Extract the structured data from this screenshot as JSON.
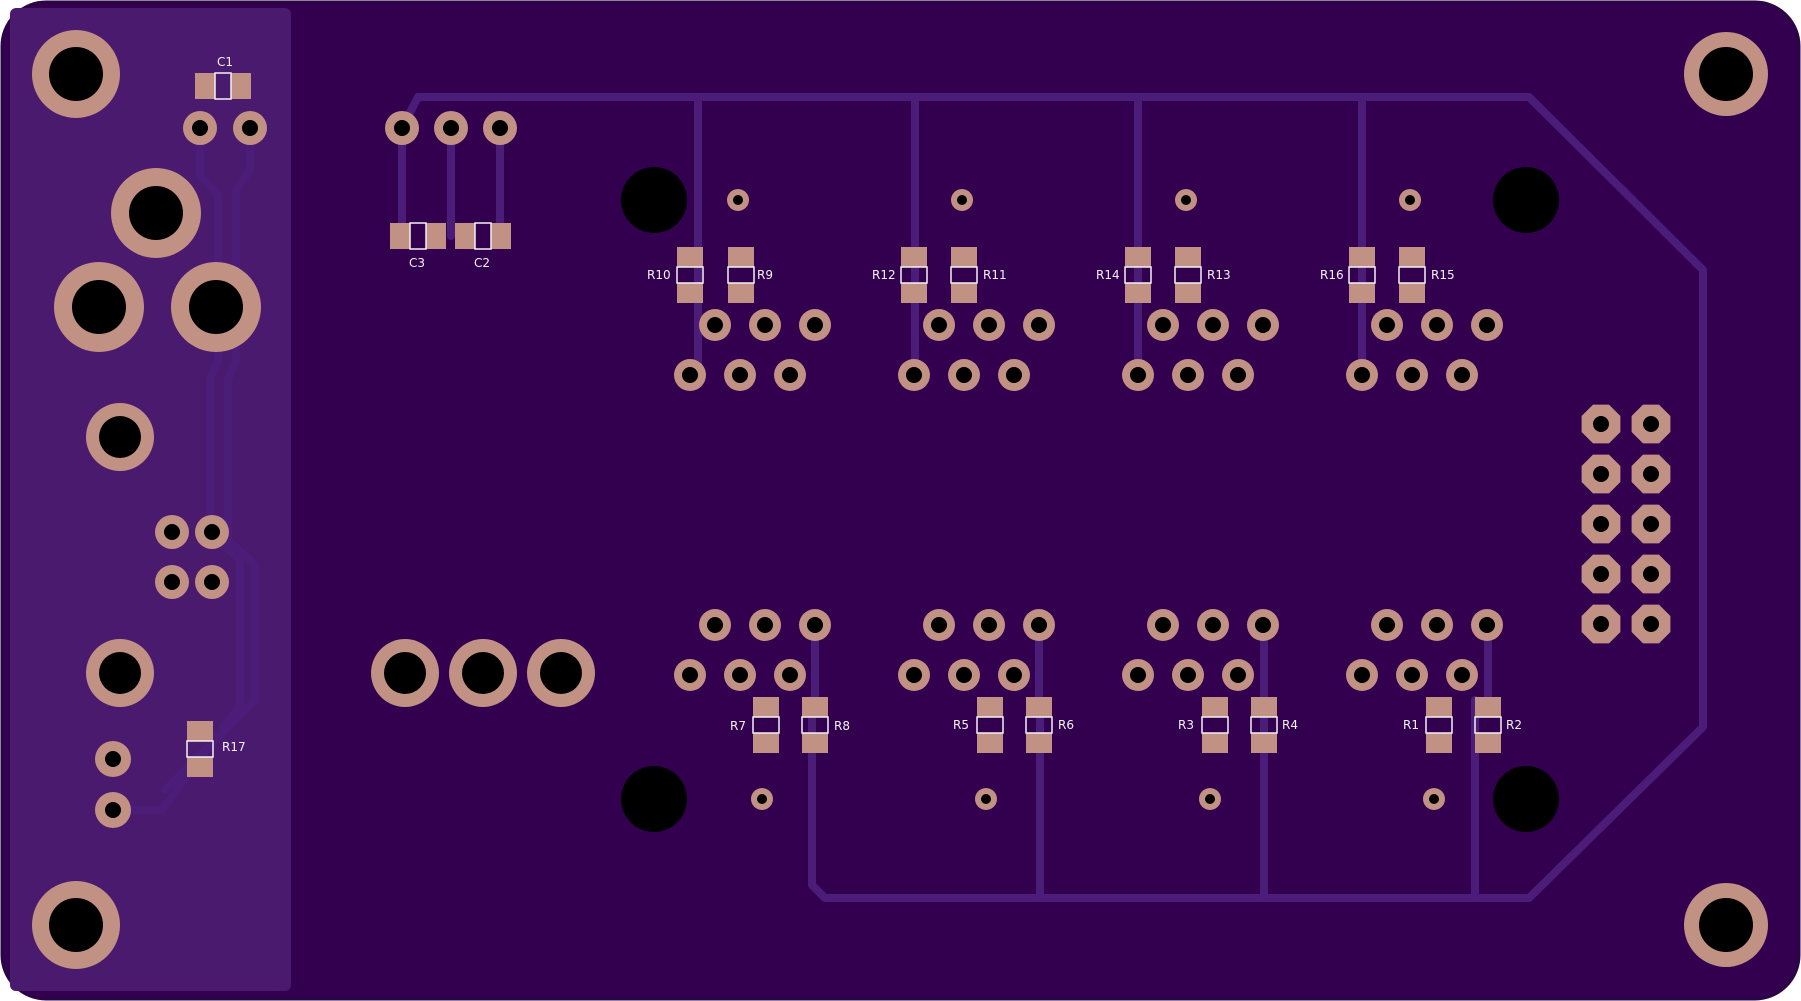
{
  "colors": {
    "background": "#ffffff",
    "board_edge": "#2a0445",
    "board": "#33004f",
    "plane_zone": "#4a1a6e",
    "trace": "#4b1d78",
    "pad_copper": "#c19283",
    "drill_hole": "#000000",
    "silkscreen": "#f2f2f2"
  },
  "board": {
    "capacitors": [
      {
        "ref": "C1"
      },
      {
        "ref": "C3"
      },
      {
        "ref": "C2"
      }
    ],
    "resistors_top": [
      {
        "ref": "R10"
      },
      {
        "ref": "R9"
      },
      {
        "ref": "R12"
      },
      {
        "ref": "R11"
      },
      {
        "ref": "R14"
      },
      {
        "ref": "R13"
      },
      {
        "ref": "R16"
      },
      {
        "ref": "R15"
      }
    ],
    "resistors_bottom": [
      {
        "ref": "R7"
      },
      {
        "ref": "R8"
      },
      {
        "ref": "R5"
      },
      {
        "ref": "R6"
      },
      {
        "ref": "R3"
      },
      {
        "ref": "R4"
      },
      {
        "ref": "R1"
      },
      {
        "ref": "R2"
      }
    ],
    "resistor_side": {
      "ref": "R17"
    },
    "header": {
      "rows": 5,
      "cols": 2
    }
  }
}
